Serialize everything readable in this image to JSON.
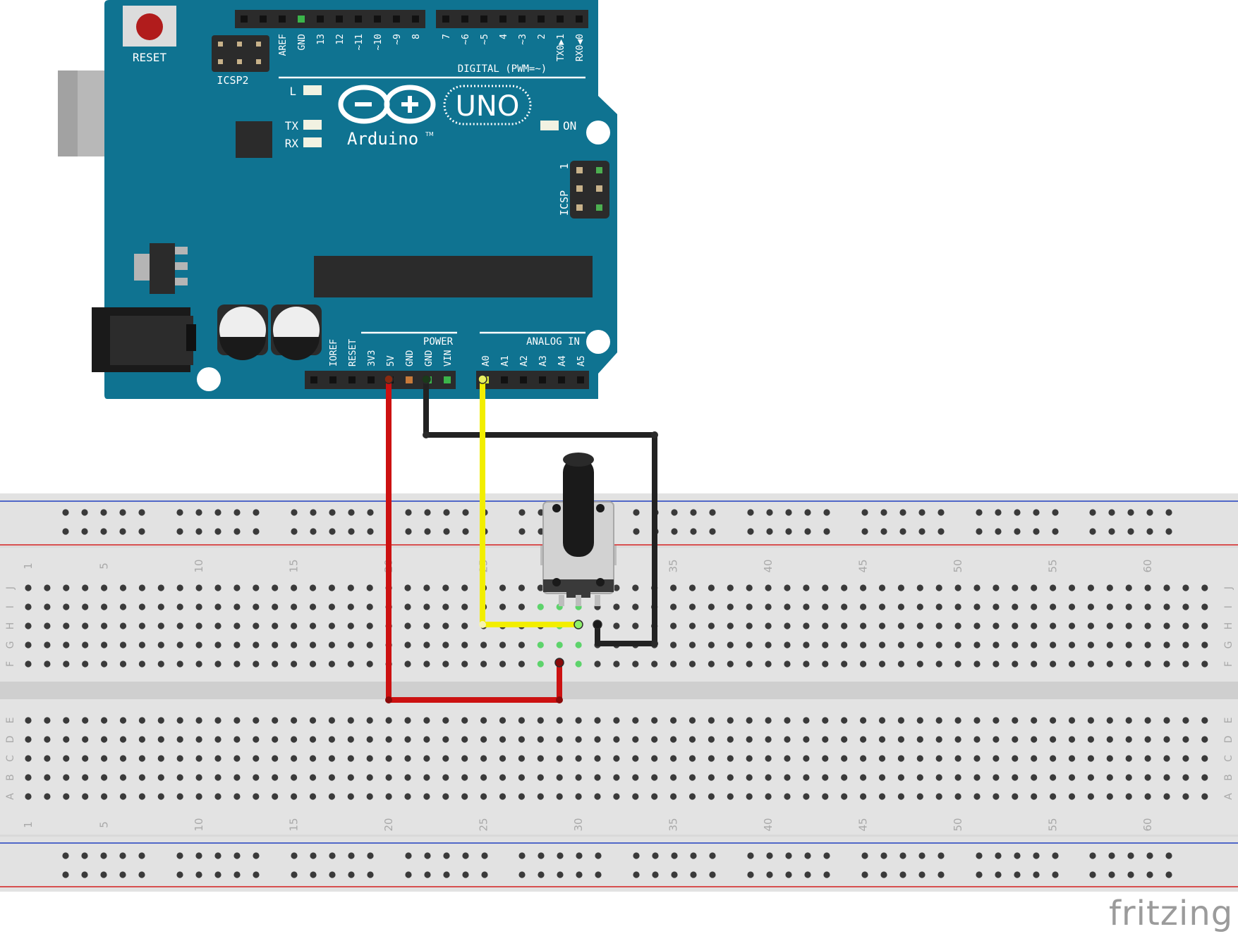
{
  "board": {
    "brand": "Arduino",
    "trademark": "TM",
    "model": "UNO",
    "reset_label": "RESET",
    "icsp2_label": "ICSP2",
    "icsp_label": "ICSP",
    "icsp_pin1": "1",
    "led_labels": {
      "l": "L",
      "tx": "TX",
      "rx": "RX",
      "on": "ON"
    },
    "digital_header_label": "DIGITAL (PWM=~)",
    "digital_pins": [
      "AREF",
      "GND",
      "13",
      "12",
      "~11",
      "~10",
      "~9",
      "8",
      "7",
      "~6",
      "~5",
      "4",
      "~3",
      "2",
      "TX0▶1",
      "RX0◀0"
    ],
    "power_header_label": "POWER",
    "power_pins": [
      "IOREF",
      "RESET",
      "3V3",
      "5V",
      "GND",
      "GND",
      "VIN"
    ],
    "analog_header_label": "ANALOG IN",
    "analog_pins": [
      "A0",
      "A1",
      "A2",
      "A3",
      "A4",
      "A5"
    ],
    "colors": {
      "board": "#0f7391",
      "header": "#2b2b2b",
      "silkscreen": "#ffffff"
    }
  },
  "breadboard": {
    "column_numbers": [
      "1",
      "5",
      "10",
      "15",
      "20",
      "25",
      "30",
      "35",
      "40",
      "45",
      "50",
      "55",
      "60"
    ],
    "top_rows": [
      "J",
      "I",
      "H",
      "G",
      "F"
    ],
    "bottom_rows": [
      "E",
      "D",
      "C",
      "B",
      "A"
    ],
    "colors": {
      "body": "#d9d9d9",
      "hole": "#3a3a3a",
      "rail_blue": "#1f3fbf",
      "rail_red": "#d32020"
    }
  },
  "wires": [
    {
      "name": "5v-wire",
      "color": "#cc1111"
    },
    {
      "name": "gnd-wire",
      "color": "#222222"
    },
    {
      "name": "a0-wire",
      "color": "#f2ee00"
    }
  ],
  "footer": {
    "brand": "fritzing"
  }
}
